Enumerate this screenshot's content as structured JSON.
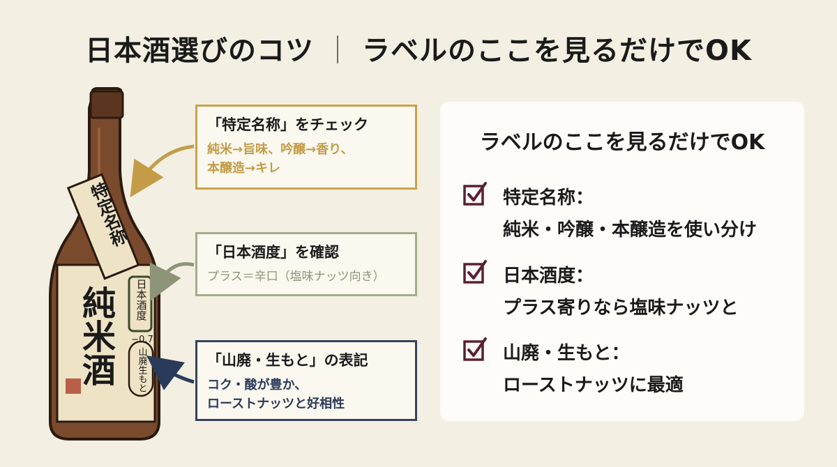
{
  "page": {
    "title_left": "日本酒選びのコツ",
    "title_separator": "｜",
    "title_right": "ラベルのここを見るだけでOK"
  },
  "bottle": {
    "shoulder_label": "特定名称",
    "main_label": "純米酒",
    "smv_box_label": "日本酒度",
    "smv_value": "−0.7",
    "method_label": "山廃生もと"
  },
  "callouts": [
    {
      "heading": "「特定名称」をチェック",
      "body_line1": "純米→旨味、吟醸→香り、",
      "body_line2": "本醸造→キレ",
      "color": "#c9a24c"
    },
    {
      "heading": "「日本酒度」を確認",
      "body_line1": "プラス＝辛口（塩味ナッツ向き）",
      "color": "#a4ad8a"
    },
    {
      "heading": "「山廃・生もと」の表記",
      "body_line1": "コク・酸が豊か、",
      "body_line2": "ローストナッツと好相性",
      "color": "#36435c"
    }
  ],
  "card": {
    "title": "ラベルのここを見るだけでOK",
    "items": [
      {
        "line1": "特定名称：",
        "line2": "純米・吟醸・本醸造を使い分け"
      },
      {
        "line1": "日本酒度：",
        "line2": "プラス寄りなら塩味ナッツと"
      },
      {
        "line1": "山廃・生もと：",
        "line2": "ローストナッツに最適"
      }
    ],
    "check_color": "#5a2030"
  }
}
